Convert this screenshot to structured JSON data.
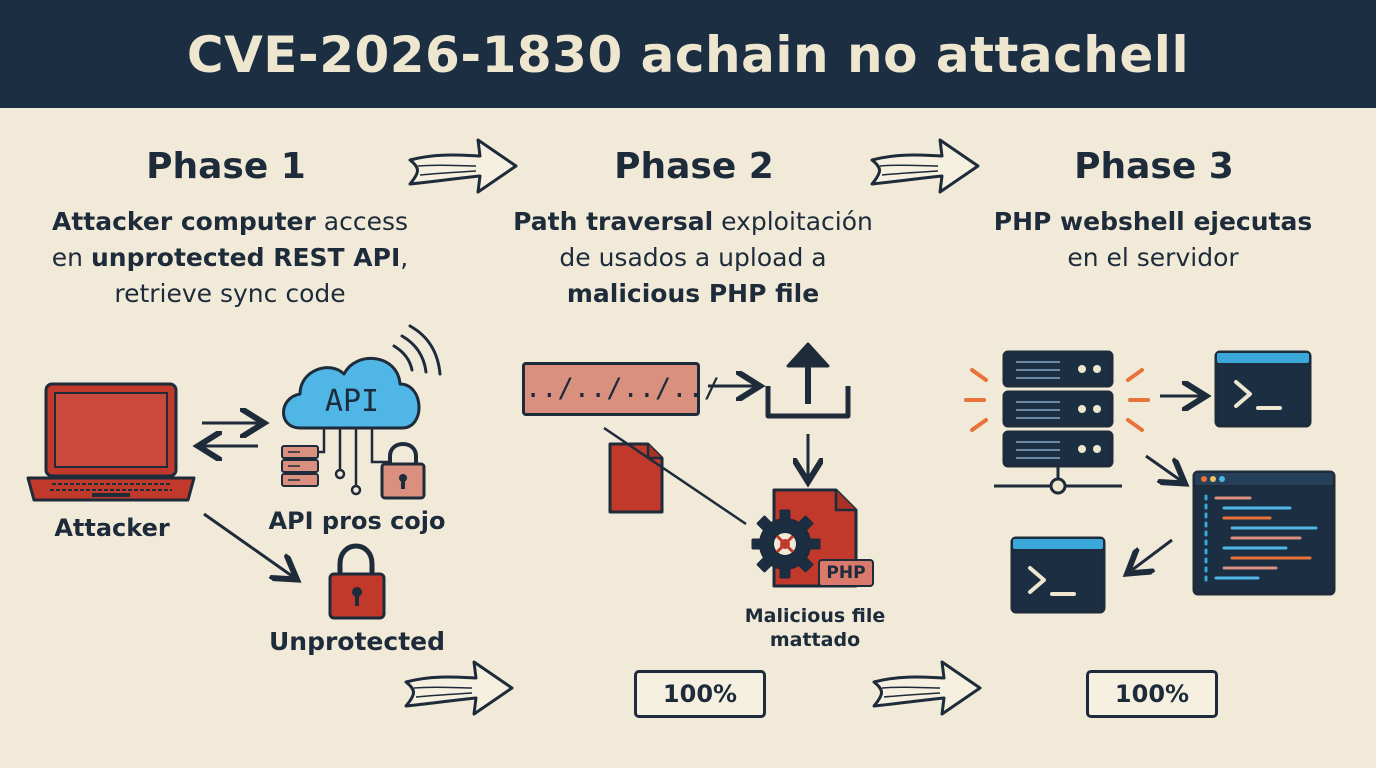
{
  "header": {
    "title": "CVE-2026-1830 achain no attachell"
  },
  "phases": [
    {
      "title": "Phase 1",
      "desc": [
        [
          {
            "t": "Attacker computer",
            "b": true
          },
          {
            "t": " access",
            "b": false
          }
        ],
        [
          {
            "t": "en ",
            "b": false
          },
          {
            "t": "unprotected REST API",
            "b": true
          },
          {
            "t": ",",
            "b": false
          }
        ],
        [
          {
            "t": "retrieve sync code",
            "b": false
          }
        ]
      ]
    },
    {
      "title": "Phase 2",
      "desc": [
        [
          {
            "t": "Path traversal",
            "b": true
          },
          {
            "t": " exploitación",
            "b": false
          }
        ],
        [
          {
            "t": "de usados a upload a",
            "b": false
          }
        ],
        [
          {
            "t": "malicious PHP file",
            "b": true
          }
        ]
      ]
    },
    {
      "title": "Phase 3",
      "desc": [
        [
          {
            "t": "PHP webshell ejecutas",
            "b": true
          }
        ],
        [
          {
            "t": "en el servidor",
            "b": false
          }
        ]
      ]
    }
  ],
  "phase1": {
    "attacker_label": "Attacker",
    "api_text": "API",
    "api_label": "API pros cojo",
    "lock_label": "Unprotected"
  },
  "phase2": {
    "path_text": "../../../../",
    "php_tag": "PHP",
    "file_label_line1": "Malicious file",
    "file_label_line2": "mattado"
  },
  "progress": {
    "phase2": "100%",
    "phase3": "100%"
  },
  "colors": {
    "navy": "#1b2e42",
    "background": "#f2ead8",
    "red": "#c0392b",
    "cloud_blue": "#4fb6e6",
    "terminal_bar": "#3aa8d8",
    "orange_glow": "#e8733a"
  },
  "icons": [
    "laptop-icon",
    "cloud-api-icon",
    "server-icon",
    "lock-icon",
    "file-icon",
    "upload-icon",
    "gear-icon",
    "terminal-icon",
    "code-window-icon",
    "arrow-icon"
  ]
}
